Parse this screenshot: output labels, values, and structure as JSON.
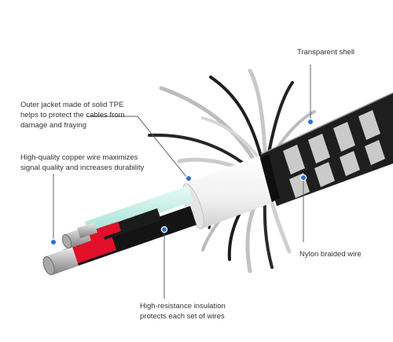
{
  "labels": {
    "shell": "Transparent shell",
    "jacket_1": "Outer jacket made of solid TPE",
    "jacket_2": "helps to protect the cables from",
    "jacket_3": "damage and fraying",
    "copper_1": "High-quality copper wire maximizes",
    "copper_2": "signal quality and increases durability",
    "nylon": "Nylon braided wire",
    "insulation_1": "High-resistance insulation",
    "insulation_2": "protects each set of wires"
  },
  "colors": {
    "callout_dot": "#2a6fdb",
    "leader_line": "#555555",
    "braid_dark": "#1e1e1e",
    "braid_light": "#d9d9d9",
    "jacket": "#f2f2f2",
    "wire_red": "#e0102a",
    "wire_mint": "#bfeee6",
    "wire_black": "#141414",
    "copper": "#c9c9c9"
  }
}
